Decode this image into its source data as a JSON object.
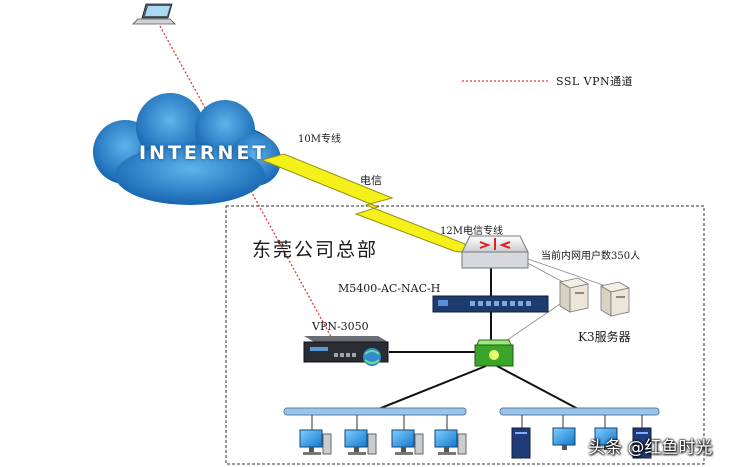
{
  "legend": {
    "label": "SSL  VPN通道",
    "line_color": "#e23a3a"
  },
  "links": {
    "ten_m": "10M专线",
    "telecom": "电信",
    "twelve_m": "12M电信专线"
  },
  "hq": {
    "title": "东莞公司总部",
    "users": "当前内网用户数350人"
  },
  "devices": {
    "cloud": "INTERNET",
    "firewall": "M5400-AC-NAC-H",
    "vpn": "VPN-3050",
    "servers": "K3服务器"
  },
  "watermark": "头条 @红鱼时光",
  "colors": {
    "cloud": "#1f78c8",
    "bolt": "#f4f01a",
    "bus": "#9cc3e6",
    "boundary": "#333333"
  }
}
